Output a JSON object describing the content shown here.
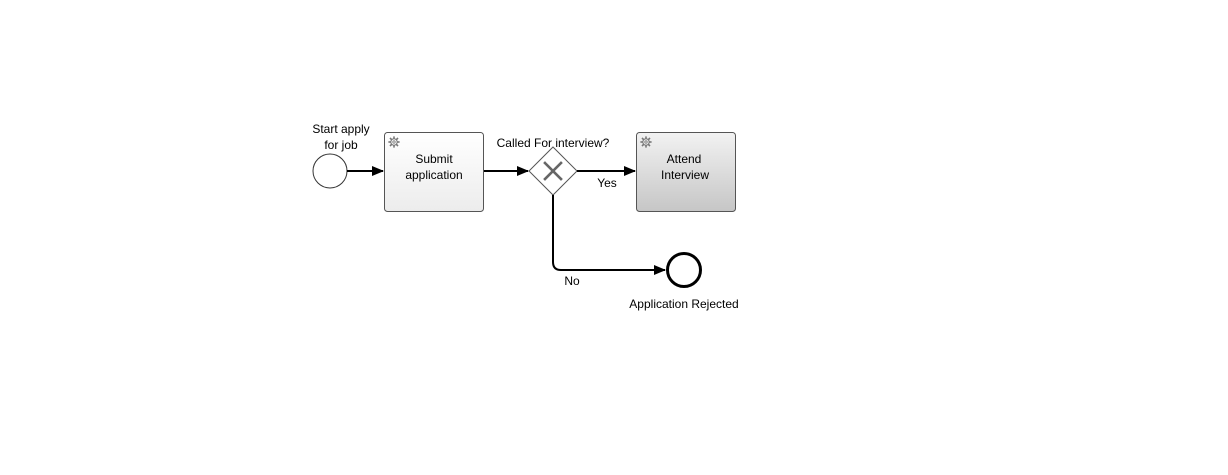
{
  "diagram": {
    "start_event": {
      "label_line1": "Start apply",
      "label_line2": "for job"
    },
    "task_submit": {
      "label_line1": "Submit",
      "label_line2": "application",
      "icon": "gear-icon"
    },
    "gateway": {
      "label": "Called For interview?",
      "icon": "x-icon",
      "type": "exclusive"
    },
    "task_interview": {
      "label_line1": "Attend",
      "label_line2": "Interview",
      "icon": "gear-icon"
    },
    "end_event": {
      "label": "Application Rejected"
    },
    "flow_yes": {
      "label": "Yes"
    },
    "flow_no": {
      "label": "No"
    }
  }
}
